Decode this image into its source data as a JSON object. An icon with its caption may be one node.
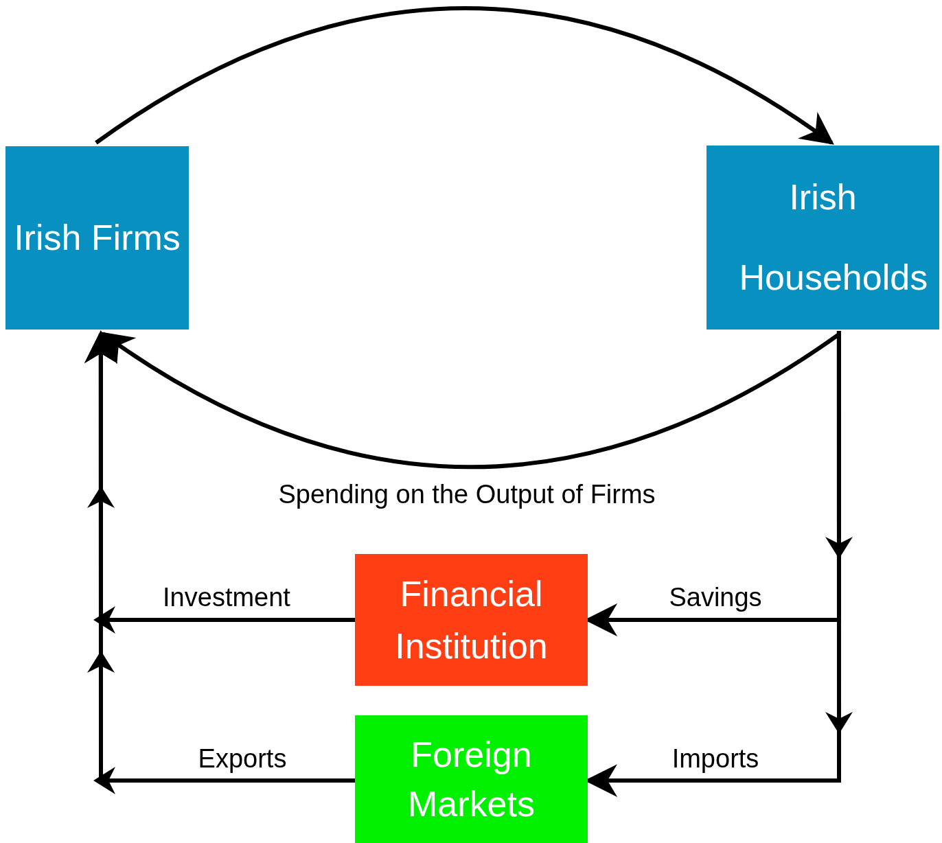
{
  "diagram": {
    "nodes": [
      {
        "text": [
          "Irish Firms"
        ]
      },
      {
        "text": [
          "Irish Households"
        ]
      },
      {
        "text": [
          "Financial Institution"
        ]
      },
      {
        "text": [
          "Foreign Markets"
        ]
      }
    ],
    "edges": [
      {
        "from": 0,
        "to": 1,
        "arrow": "to"
      },
      {
        "from": 1,
        "to": 0,
        "arrow": "to",
        "label": "Spending on the Output of Firms"
      },
      {
        "from": 1,
        "to": 2,
        "arrow": "to",
        "label": "Savings"
      },
      {
        "from": 1,
        "to": 3,
        "arrow": "to",
        "label": "Imports"
      },
      {
        "from": 2,
        "to": 0,
        "arrow": "to",
        "label": "Investment"
      },
      {
        "from": 3,
        "to": 0,
        "arrow": "to",
        "label": "Exports"
      }
    ]
  }
}
